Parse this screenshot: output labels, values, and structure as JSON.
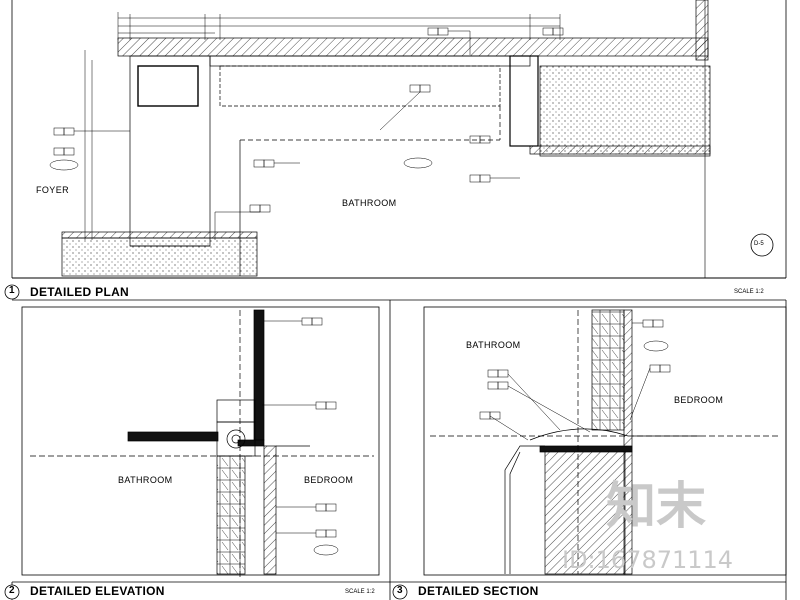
{
  "panels": {
    "plan": {
      "number": "1",
      "title": "DETAILED PLAN",
      "scale": "SCALE 1:2",
      "section_marker": "D-5"
    },
    "elevation": {
      "number": "2",
      "title": "DETAILED ELEVATION",
      "scale": "SCALE 1:2"
    },
    "section": {
      "number": "3",
      "title": "DETAILED SECTION"
    }
  },
  "rooms": {
    "foyer": "FOYER",
    "bathroom": "BATHROOM",
    "bedroom": "BEDROOM"
  },
  "watermark": {
    "logo": "知末",
    "id": "ID:167871114"
  },
  "colors": {
    "line": "#000000",
    "hatch": "#333333",
    "watermark": "#c9c9c9",
    "background": "#ffffff"
  }
}
